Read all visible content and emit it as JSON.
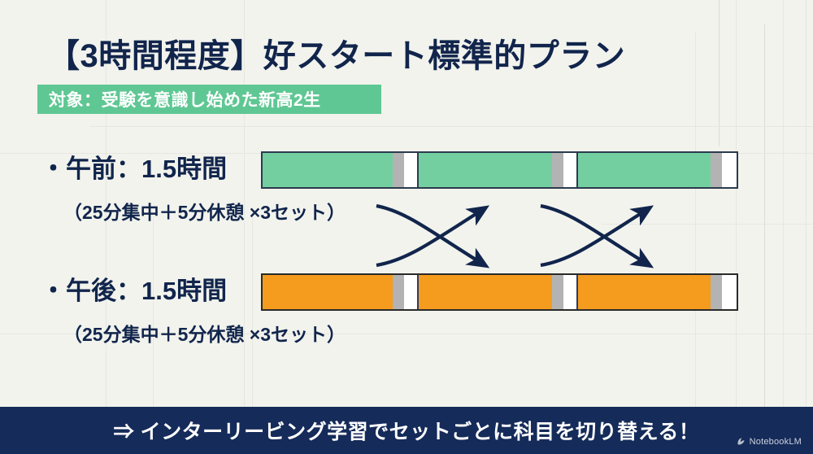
{
  "slide": {
    "title": "【3時間程度】好スタート標準的プラン",
    "badge": "対象：受験を意識し始めた新高2生",
    "background_color": "#f2f3ed",
    "title_color": "#11254c",
    "badge_color": "#5fc793"
  },
  "rows": [
    {
      "label": "・午前：1.5時間",
      "sub": "（25分集中＋5分休憩 ×3セット）",
      "bar_color": "#74cfa0",
      "break_color": "#b3b3b3",
      "sets": 3
    },
    {
      "label": "・午後：1.5時間",
      "sub": "（25分集中＋5分休憩 ×3セット）",
      "bar_color": "#f59b1d",
      "break_color": "#b3b3b3",
      "sets": 3
    }
  ],
  "arrows": {
    "icon": "crossing-arrows-icon",
    "count": 2,
    "color": "#11254c"
  },
  "footer": {
    "text": "⇒ インターリービング学習でセットごとに科目を切り替える！",
    "background_color": "#152b59",
    "watermark": "NotebookLM",
    "watermark_icon": "notebooklm-logo-icon"
  }
}
